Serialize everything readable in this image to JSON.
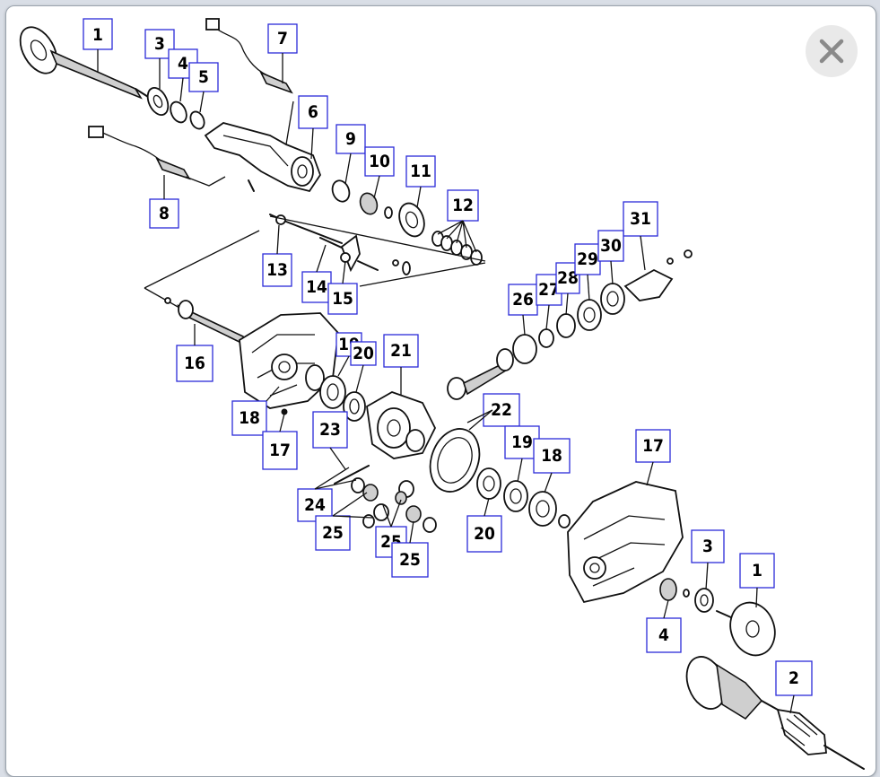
{
  "viewer": {
    "close_icon": "close-x-icon"
  },
  "callouts": [
    {
      "label": "1"
    },
    {
      "label": "3"
    },
    {
      "label": "4"
    },
    {
      "label": "5"
    },
    {
      "label": "7"
    },
    {
      "label": "6"
    },
    {
      "label": "8"
    },
    {
      "label": "9"
    },
    {
      "label": "10"
    },
    {
      "label": "11"
    },
    {
      "label": "12"
    },
    {
      "label": "13"
    },
    {
      "label": "14"
    },
    {
      "label": "15"
    },
    {
      "label": "31"
    },
    {
      "label": "26"
    },
    {
      "label": "27"
    },
    {
      "label": "28"
    },
    {
      "label": "29"
    },
    {
      "label": "30"
    },
    {
      "label": "16"
    },
    {
      "label": "19"
    },
    {
      "label": "20"
    },
    {
      "label": "21"
    },
    {
      "label": "18"
    },
    {
      "label": "17"
    },
    {
      "label": "22"
    },
    {
      "label": "23"
    },
    {
      "label": "19"
    },
    {
      "label": "18"
    },
    {
      "label": "17"
    },
    {
      "label": "24"
    },
    {
      "label": "25"
    },
    {
      "label": "25"
    },
    {
      "label": "25"
    },
    {
      "label": "20"
    },
    {
      "label": "3"
    },
    {
      "label": "1"
    },
    {
      "label": "4"
    },
    {
      "label": "2"
    }
  ],
  "colors": {
    "callout_border": "#2b2bd9",
    "ink": "#111111",
    "close_button_bg": "#e9e9e9",
    "close_icon": "#8a8a8a"
  }
}
